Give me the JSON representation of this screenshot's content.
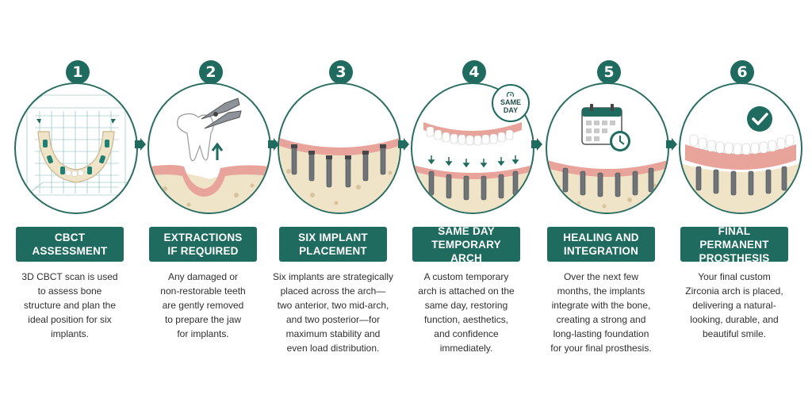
{
  "steps": [
    {
      "number": "1",
      "title_l1": "CBCT",
      "title_l2": "ASSESSMENT",
      "desc": [
        "3D CBCT scan is used",
        "to assess bone",
        "structure and plan the",
        "ideal position for six",
        "implants."
      ]
    },
    {
      "number": "2",
      "title_l1": "EXTRACTIONS",
      "title_l2": "IF REQUIRED",
      "desc": [
        "Any damaged or",
        "non-restorable teeth",
        "are gently removed",
        "to prepare the jaw",
        "for implants."
      ]
    },
    {
      "number": "3",
      "title_l1": "SIX IMPLANT",
      "title_l2": "PLACEMENT",
      "desc": [
        "Six implants are strategically",
        "placed across the arch—",
        "two anterior, two mid-arch,",
        "and two posterior—for",
        "maximum stability and",
        "even load distribution."
      ]
    },
    {
      "number": "4",
      "title_l1": "SAME DAY",
      "title_l2": "TEMPORARY ARCH",
      "desc": [
        "A custom temporary",
        "arch is attached on the",
        "same day, restoring",
        "function, aesthetics,",
        "and confidence",
        "immediately."
      ]
    },
    {
      "number": "5",
      "title_l1": "HEALING AND",
      "title_l2": "INTEGRATION",
      "desc": [
        "Over the next few",
        "months, the implants",
        "integrate with the bone,",
        "creating a strong and",
        "long-lasting foundation",
        "for your final prosthesis."
      ]
    },
    {
      "number": "6",
      "title_l1": "FINAL PERMANENT",
      "title_l2": "PROSTHESIS",
      "desc": [
        "Your final custom",
        "Zirconia arch is placed,",
        "delivering a natural-",
        "looking, durable, and",
        "beautiful smile."
      ]
    }
  ],
  "badges": {
    "same_day_l1": "SAME",
    "same_day_l2": "DAY"
  },
  "icons": [
    "cbct-scan-icon",
    "extraction-forceps-icon",
    "implants-icon",
    "temporary-arch-icon",
    "calendar-clock-icon",
    "final-prosthesis-check-icon"
  ],
  "colors": {
    "accent": "#1f6b5f",
    "gum": "#e8a39a",
    "bone": "#efe3c8",
    "implant": "#6f7478"
  }
}
